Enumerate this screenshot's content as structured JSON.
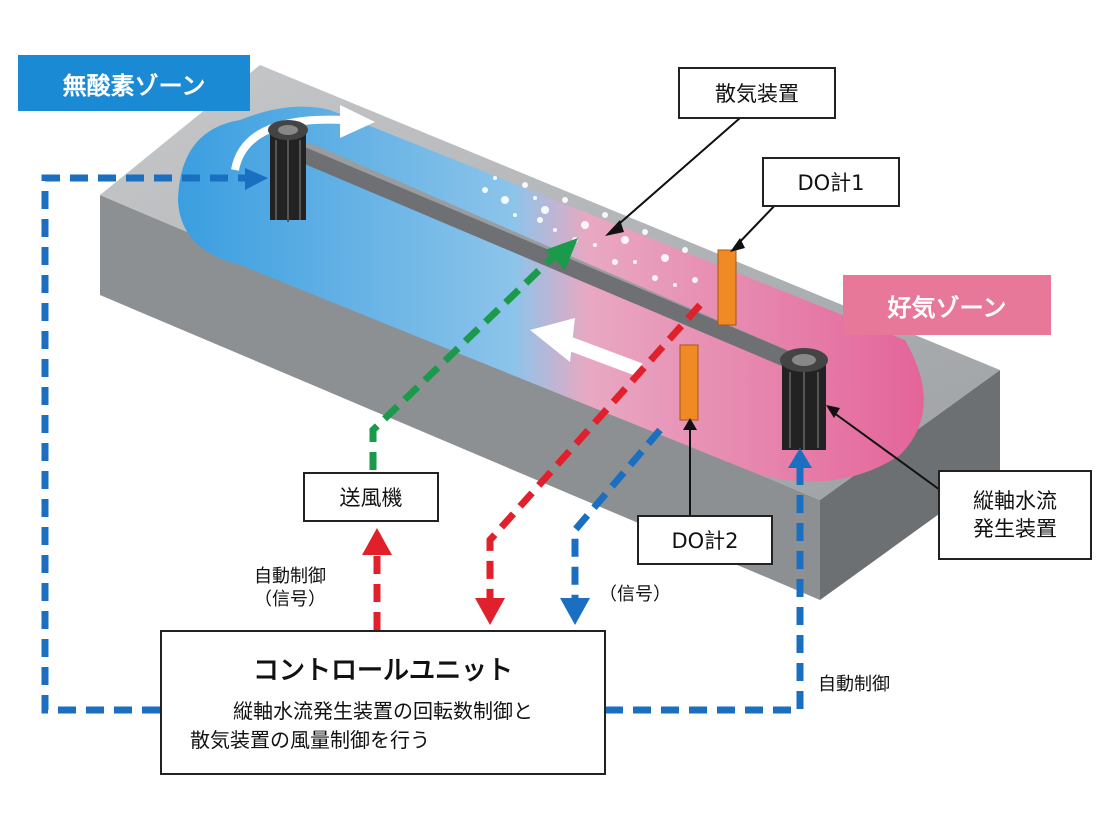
{
  "labels": {
    "anoxic_zone": "無酸素ゾーン",
    "aerobic_zone": "好気ゾーン",
    "diffuser": "散気装置",
    "do_meter_1": "DO計1",
    "do_meter_2": "DO計2",
    "vertical_flow_generator_line1": "縦軸水流",
    "vertical_flow_generator_line2": "発生装置",
    "blower": "送風機",
    "auto_control_line1": "自動制御",
    "auto_control_line2": "（信号）",
    "signal": "（信号）",
    "auto_control_right": "自動制御",
    "control_unit_title": "コントロールユニット",
    "control_unit_desc_line1": "縦軸水流発生装置の回転数制御と",
    "control_unit_desc_line2": "散気装置の風量制御を行う"
  },
  "colors": {
    "anoxic_zone_label_bg": "#1a8ad4",
    "aerobic_zone_label_bg": "#e8789a",
    "blue_signal": "#1a6fc0",
    "red_signal": "#e0202a",
    "green_signal": "#1a9a4a",
    "do_sensor": "#f08a24"
  }
}
